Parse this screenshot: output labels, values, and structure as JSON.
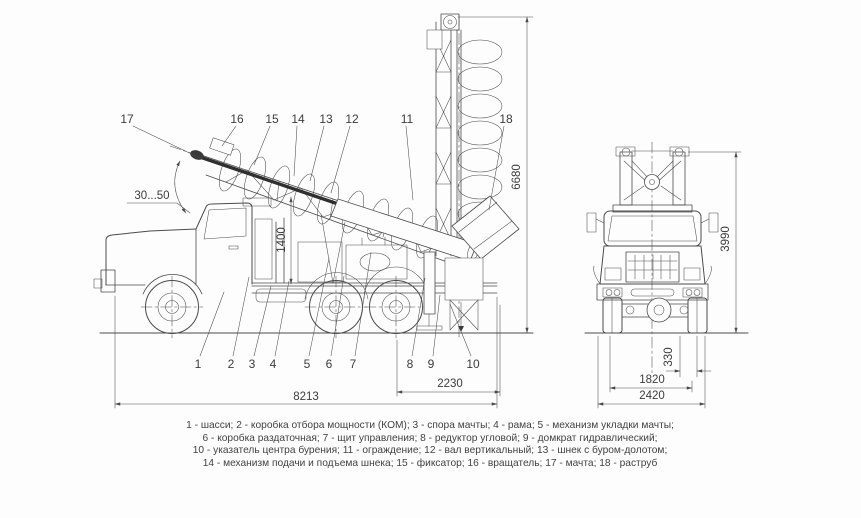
{
  "meta": {
    "type": "technical-drawing",
    "subject": "Бурильно-крановая машина на шасси автомобиля — вид сбоку и вид спереди",
    "background": "#fdfdfd",
    "line_color": "#4b4b4b",
    "text_color": "#3c3c3c"
  },
  "callouts": {
    "n1": "1",
    "n2": "2",
    "n3": "3",
    "n4": "4",
    "n5": "5",
    "n6": "6",
    "n7": "7",
    "n8": "8",
    "n9": "9",
    "n10": "10",
    "n11": "11",
    "n12": "12",
    "n13": "13",
    "n14": "14",
    "n15": "15",
    "n16": "16",
    "n17": "17",
    "n18": "18"
  },
  "dims": {
    "overall_length": "8213",
    "rear_overhang": "2230",
    "mast_raised_height": "6680",
    "platform_height": "1400",
    "mast_angle_range": "30...50",
    "overall_height": "3990",
    "axle_offset": "330",
    "track_width": "1820",
    "overall_width": "2420"
  },
  "legend": {
    "line1": "1 - шасси; 2 - коробка отбора мощности (КОМ); 3 - спора мачты; 4 - рама; 5 - механизм укладки мачты;",
    "line2": "6 - коробка раздаточная; 7 - щит управления; 8 - редуктор угловой; 9 - домкрат гидравлический;",
    "line3": "10 - указатель центра бурения; 11 - ограждение; 12 - вал вертикальный; 13 - шнек с буром-долотом;",
    "line4": "14 - механизм подачи и подъема шнека; 15 - фиксатор; 16 - вращатель; 17 - мачта; 18 - раструб"
  }
}
